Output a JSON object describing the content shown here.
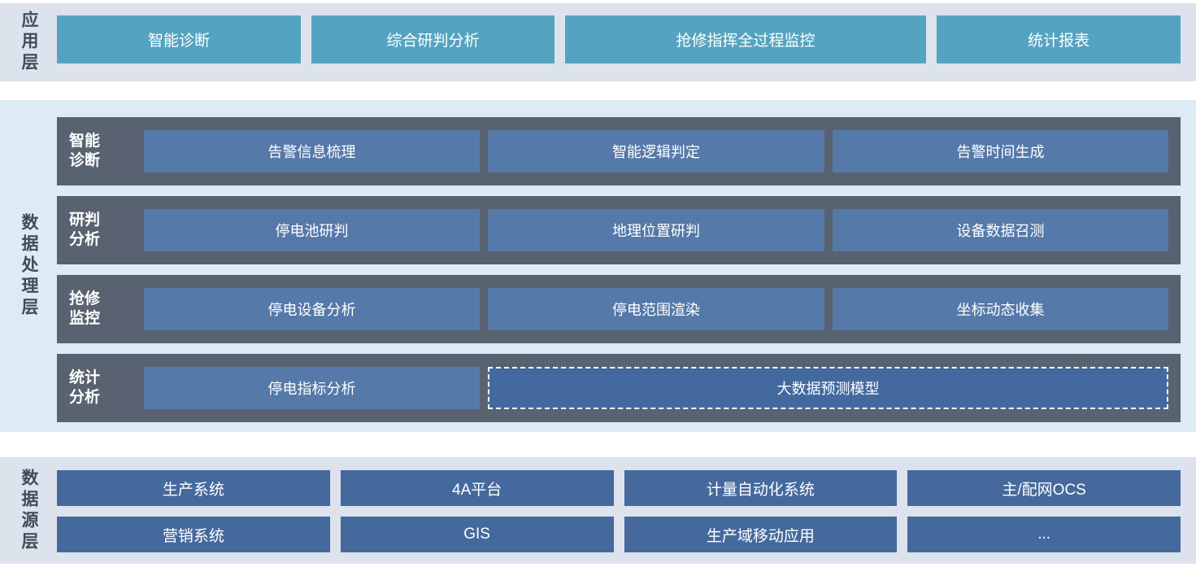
{
  "layers": {
    "app": {
      "label": "应用层",
      "buttons": [
        "智能诊断",
        "综合研判分析",
        "抢修指挥全过程监控",
        "统计报表"
      ]
    },
    "processing": {
      "label": "数据处理层",
      "rows": [
        {
          "label": "智能诊断",
          "buttons": [
            "告警信息梳理",
            "智能逻辑判定",
            "告警时间生成"
          ]
        },
        {
          "label": "研判分析",
          "buttons": [
            "停电池研判",
            "地理位置研判",
            "设备数据召测"
          ]
        },
        {
          "label": "抢修监控",
          "buttons": [
            "停电设备分析",
            "停电范围渲染",
            "坐标动态收集"
          ]
        },
        {
          "label": "统计分析",
          "buttons": [
            "停电指标分析"
          ],
          "dashed_button": "大数据预测模型"
        }
      ]
    },
    "source": {
      "label": "数据源层",
      "row1": [
        "生产系统",
        "4A平台",
        "计量自动化系统",
        "主/配网OCS"
      ],
      "row2": [
        "营销系统",
        "GIS",
        "生产域移动应用",
        "..."
      ]
    }
  },
  "colors": {
    "teal": "#54a4c1",
    "dark-row": "#586270",
    "mid-blue": "#5579a9",
    "dashed-blue": "#44699f",
    "src-blue": "#45699d",
    "section-bg": "#dde3ec",
    "mid-bg": "#dcebf4",
    "label-dark": "#414b59"
  }
}
